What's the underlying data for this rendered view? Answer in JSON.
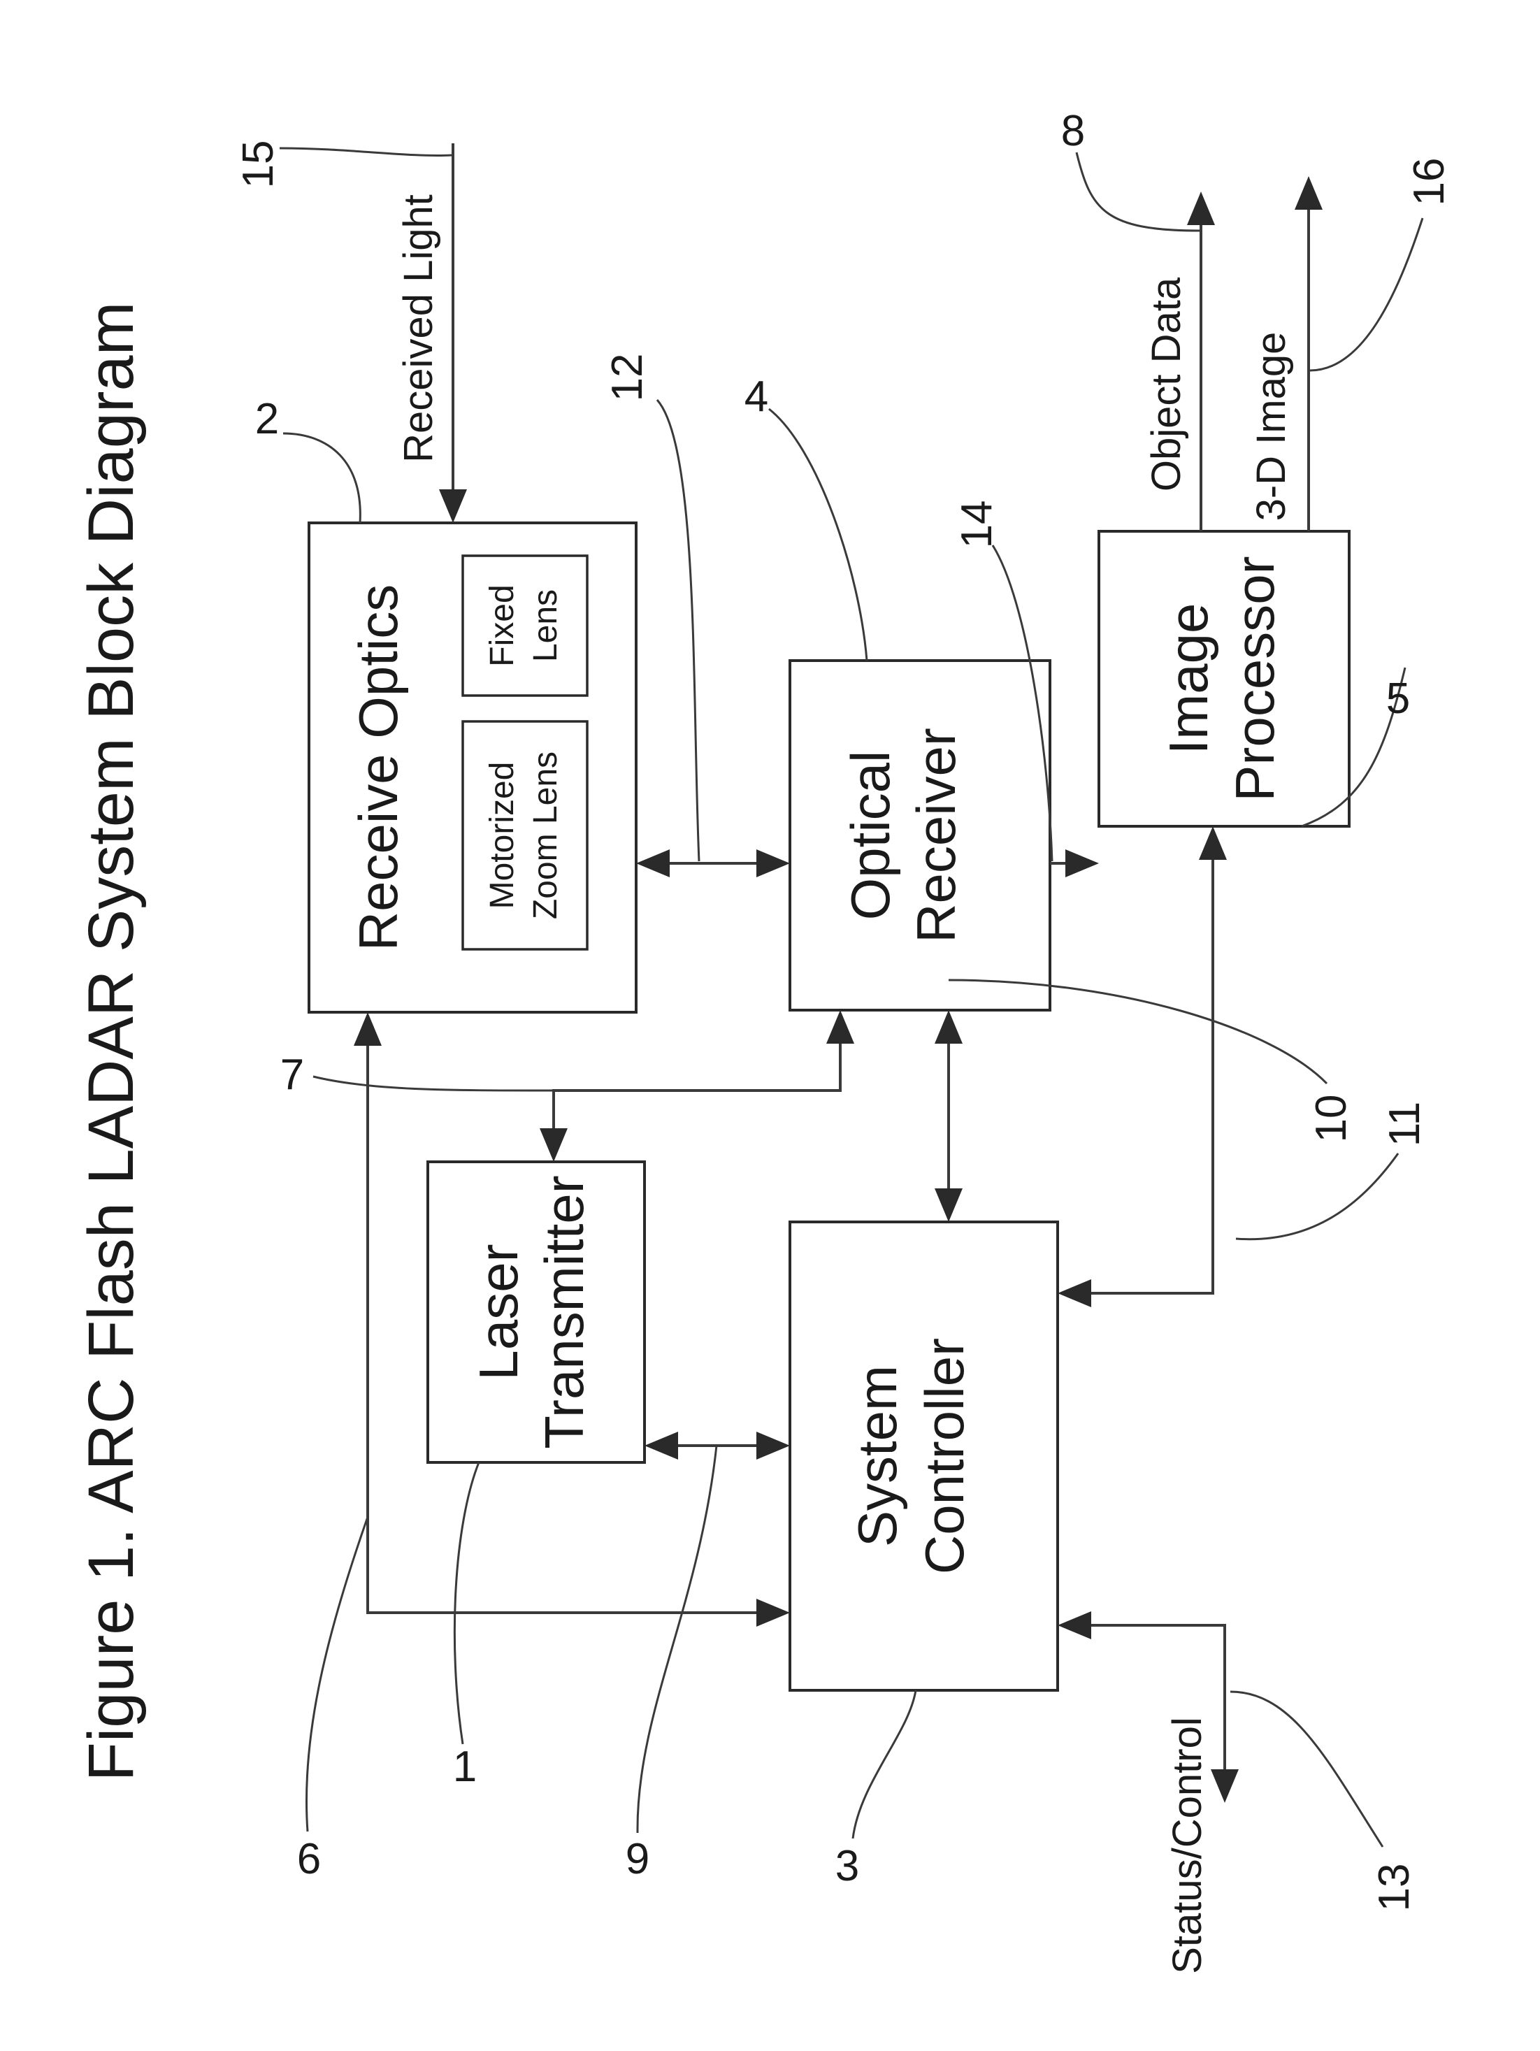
{
  "title": "Figure 1. ARC Flash LADAR System Block Diagram",
  "blocks": {
    "receive_optics": {
      "label": "Receive Optics",
      "ref": "2"
    },
    "motorized_zoom_lens": {
      "line1": "Motorized",
      "line2": "Zoom Lens"
    },
    "fixed_lens": {
      "line1": "Fixed",
      "line2": "Lens"
    },
    "optical_receiver": {
      "line1": "Optical",
      "line2": "Receiver",
      "ref": "4"
    },
    "image_processor": {
      "line1": "Image",
      "line2": "Processor",
      "ref": "5"
    },
    "laser_transmitter": {
      "line1": "Laser",
      "line2": "Transmitter",
      "ref": "1"
    },
    "system_controller": {
      "line1": "System",
      "line2": "Controller",
      "ref": "3"
    }
  },
  "signals": {
    "received_light": {
      "label": "Received Light",
      "ref": "15"
    },
    "object_data": {
      "label": "Object Data",
      "ref": "8"
    },
    "three_d_image": {
      "label": "3-D Image",
      "ref": "16"
    },
    "status_control": {
      "label": "Status/Control",
      "ref": "13"
    }
  },
  "connections": {
    "optics_receiver_link": "12",
    "receiver_processor_link": "14",
    "controller_optics_link": "6",
    "receiver_transmitter_link": "7",
    "controller_transmitter_link": "9",
    "controller_receiver_link": "10",
    "controller_processor_link": "11"
  },
  "colors": {
    "line": "#2a2a2a",
    "text": "#1a1a1a",
    "background": "#ffffff"
  }
}
